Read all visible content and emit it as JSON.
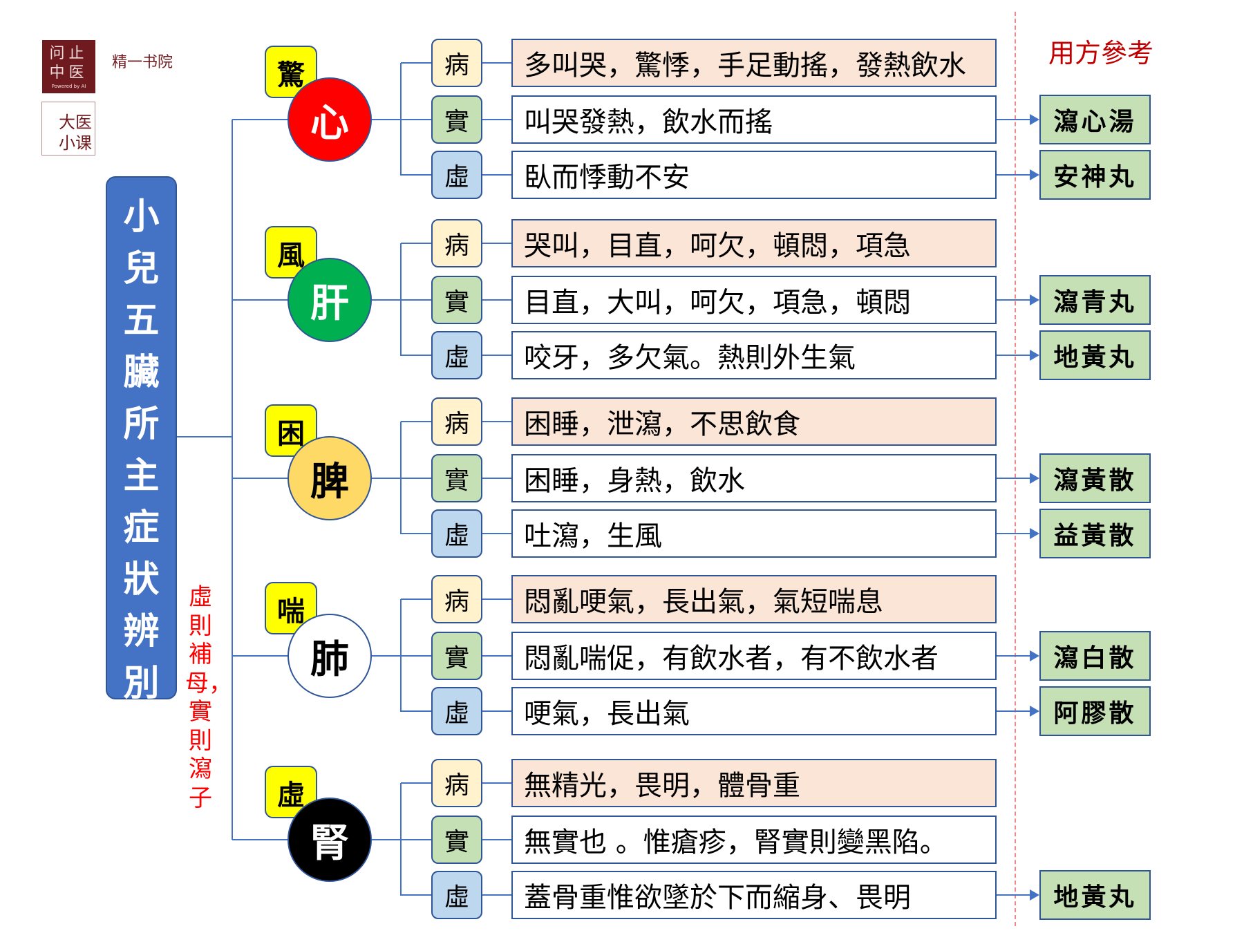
{
  "logos": {
    "logo1_text": [
      "问止",
      "中医"
    ],
    "logo1_sub": "Powered by AI",
    "brand": "精一书院",
    "logo2_text": [
      "大医",
      "小课"
    ]
  },
  "title": "小兒五臟所主症狀辨別",
  "side_note": "虛則補母，實則瀉子",
  "ref_header": "用方參考",
  "colors": {
    "line": "#4472c4",
    "bing": "#fff2cc",
    "shi": "#c5e0b4",
    "xu": "#bdd7ee",
    "bing_text": "#fbe5d6",
    "rx": "#c5e0b4"
  },
  "organs": [
    {
      "organ": "心",
      "tag": "驚",
      "bg": "#ff0000",
      "fg": "#ffffff",
      "rows": [
        {
          "label": "病",
          "text": "多叫哭，驚悸，手足動搖，發熱飲水",
          "rx": null
        },
        {
          "label": "實",
          "text": "叫哭發熱，飲水而搖",
          "rx": "瀉心湯"
        },
        {
          "label": "虛",
          "text": "臥而悸動不安",
          "rx": "安神丸"
        }
      ]
    },
    {
      "organ": "肝",
      "tag": "風",
      "bg": "#00b050",
      "fg": "#ffffff",
      "rows": [
        {
          "label": "病",
          "text": "哭叫，目直，呵欠，頓悶，項急",
          "rx": null
        },
        {
          "label": "實",
          "text": "目直，大叫，呵欠，項急，頓悶",
          "rx": "瀉青丸"
        },
        {
          "label": "虛",
          "text": "咬牙，多欠氣。熱則外生氣",
          "rx": "地黃丸"
        }
      ]
    },
    {
      "organ": "脾",
      "tag": "困",
      "bg": "#ffd966",
      "fg": "#000000",
      "rows": [
        {
          "label": "病",
          "text": "困睡，泄瀉，不思飲食",
          "rx": null
        },
        {
          "label": "實",
          "text": "困睡，身熱，飲水",
          "rx": "瀉黃散"
        },
        {
          "label": "虛",
          "text": "吐瀉，生風",
          "rx": "益黃散"
        }
      ]
    },
    {
      "organ": "肺",
      "tag": "喘",
      "bg": "#ffffff",
      "fg": "#000000",
      "rows": [
        {
          "label": "病",
          "text": "悶亂哽氣，長出氣，氣短喘息",
          "rx": null
        },
        {
          "label": "實",
          "text": "悶亂喘促，有飲水者，有不飲水者",
          "rx": "瀉白散"
        },
        {
          "label": "虛",
          "text": "哽氣，長出氣",
          "rx": "阿膠散"
        }
      ]
    },
    {
      "organ": "腎",
      "tag": "虛",
      "bg": "#000000",
      "fg": "#ffffff",
      "rows": [
        {
          "label": "病",
          "text": "無精光，畏明，體骨重",
          "rx": null
        },
        {
          "label": "實",
          "text": "無實也 。惟瘡疹，腎實則變黑陷。",
          "rx": null
        },
        {
          "label": "虛",
          "text": "蓋骨重惟欲墜於下而縮身、畏明",
          "rx": "地黃丸"
        }
      ]
    }
  ]
}
